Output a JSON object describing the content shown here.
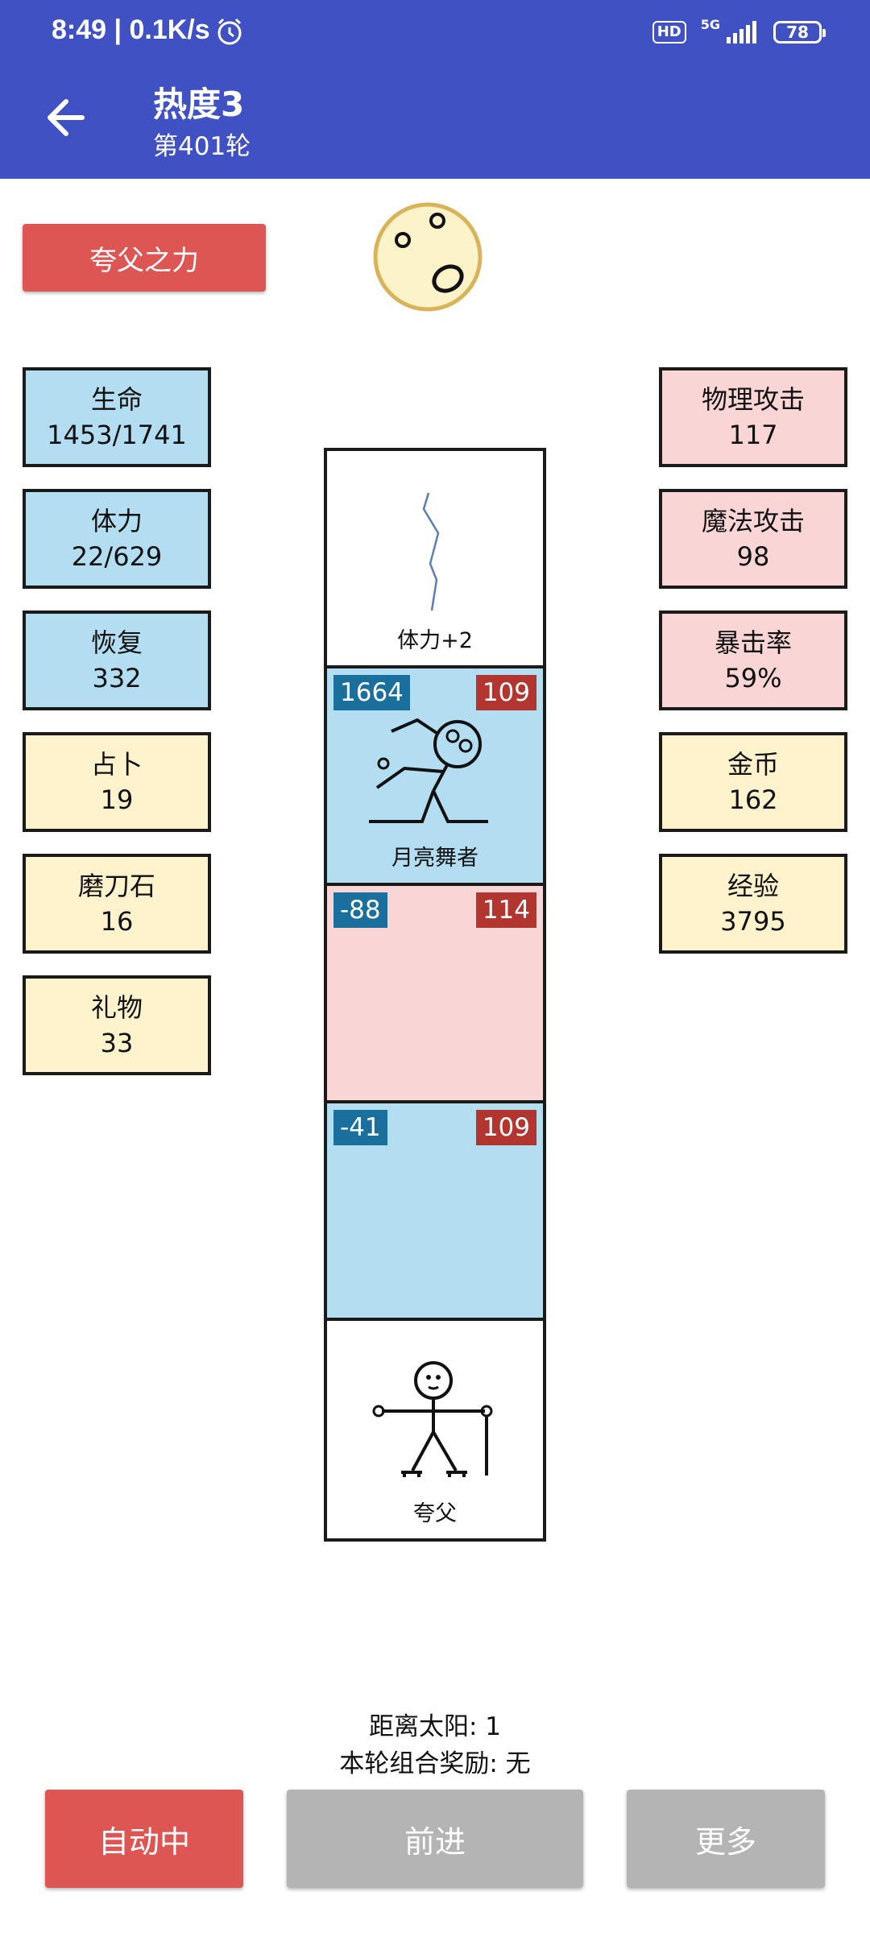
{
  "status_bar": {
    "time": "8:49 | 0.1K/s",
    "hd": "HD",
    "network": "5G",
    "battery": "78"
  },
  "header": {
    "title": "热度3",
    "subtitle": "第401轮"
  },
  "skill_button": "夸父之力",
  "stats_left": [
    {
      "label": "生命",
      "value": "1453/1741"
    },
    {
      "label": "体力",
      "value": "22/629"
    },
    {
      "label": "恢复",
      "value": "332"
    },
    {
      "label": "占卜",
      "value": "19"
    },
    {
      "label": "磨刀石",
      "value": "16"
    },
    {
      "label": "礼物",
      "value": "33"
    }
  ],
  "stats_right": [
    {
      "label": "物理攻击",
      "value": "117"
    },
    {
      "label": "魔法攻击",
      "value": "98"
    },
    {
      "label": "暴击率",
      "value": "59%"
    },
    {
      "label": "金币",
      "value": "162"
    },
    {
      "label": "经验",
      "value": "3795"
    }
  ],
  "lane": [
    {
      "label": "体力+2"
    },
    {
      "hp": "1664",
      "atk": "109",
      "label": "月亮舞者"
    },
    {
      "hp": "-88",
      "atk": "114"
    },
    {
      "hp": "-41",
      "atk": "109"
    },
    {
      "label": "夸父"
    }
  ],
  "info": {
    "distance": "距离太阳: 1",
    "bonus": "本轮组合奖励: 无"
  },
  "buttons": {
    "auto": "自动中",
    "forward": "前进",
    "more": "更多"
  },
  "colors": {
    "header": "#3f51c3",
    "red_button": "#de5654",
    "gray_button": "#b4b4b4",
    "blue_card": "#b3ddf1",
    "yellow_card": "#fff3cd",
    "pink_card": "#f9d6d5"
  }
}
